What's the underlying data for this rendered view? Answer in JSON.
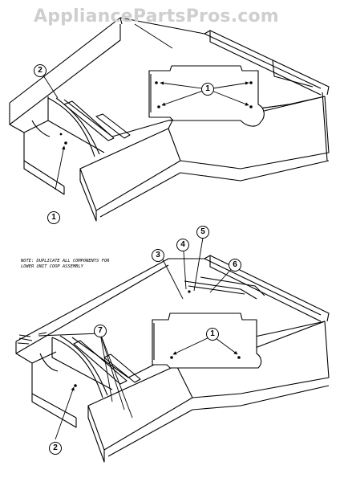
{
  "watermark": "AppliancePartsPros.com",
  "note": "NOTE: DUPLICATE ALL COMPONENTS FOR LOWER UNIT COOP ASSEMBLY",
  "callouts": {
    "top_1_center": "1",
    "top_2": "2",
    "top_1_lower": "1",
    "bottom_3": "3",
    "bottom_4": "4",
    "bottom_5": "5",
    "bottom_6": "6",
    "bottom_7": "7",
    "bottom_1_center": "1",
    "bottom_2": "2"
  }
}
